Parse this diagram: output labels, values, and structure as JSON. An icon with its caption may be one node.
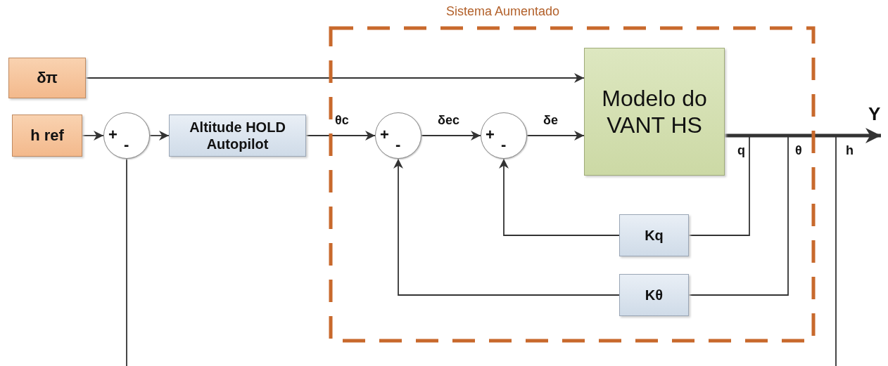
{
  "diagram": {
    "nodes": [
      {
        "text": [
          "Sistema Aumentado"
        ]
      },
      {
        "text": [
          "δπ"
        ]
      },
      {
        "text": [
          "h ref"
        ]
      },
      {
        "text": [
          "+",
          "-"
        ]
      },
      {
        "text": [
          "Altitude HOLD Autopilot"
        ]
      },
      {
        "text": [
          "+",
          "-"
        ],
        "in": 0
      },
      {
        "text": [
          "+",
          "-"
        ],
        "in": 0
      },
      {
        "text": [
          "Modelo do VANT HS"
        ],
        "in": 0
      },
      {
        "text": [
          "Kq"
        ],
        "in": 0
      },
      {
        "text": [
          "Kθ"
        ],
        "in": 0
      }
    ],
    "edges": [
      {
        "from": 1,
        "to": 7,
        "arrow": "to"
      },
      {
        "from": 2,
        "to": 3,
        "arrow": "to"
      },
      {
        "from": 3,
        "to": 4,
        "arrow": "to"
      },
      {
        "from": 4,
        "to": 5,
        "arrow": "to",
        "label": "θc"
      },
      {
        "from": 5,
        "to": 6,
        "arrow": "to",
        "label": "δec"
      },
      {
        "from": 6,
        "to": 7,
        "arrow": "to",
        "label": "δe"
      },
      {
        "from": 7,
        "to": null,
        "arrow": "to",
        "label": "Y",
        "style": "thick"
      },
      {
        "from": 7,
        "to": 8,
        "arrow": "none",
        "label": "q"
      },
      {
        "from": 8,
        "to": 6,
        "arrow": "to"
      },
      {
        "from": 7,
        "to": 9,
        "arrow": "none",
        "label": "θ"
      },
      {
        "from": 9,
        "to": 5,
        "arrow": "to"
      },
      {
        "from": 7,
        "to": null,
        "arrow": "none",
        "label": "h"
      },
      {
        "from": null,
        "to": 3,
        "arrow": "none"
      }
    ]
  }
}
